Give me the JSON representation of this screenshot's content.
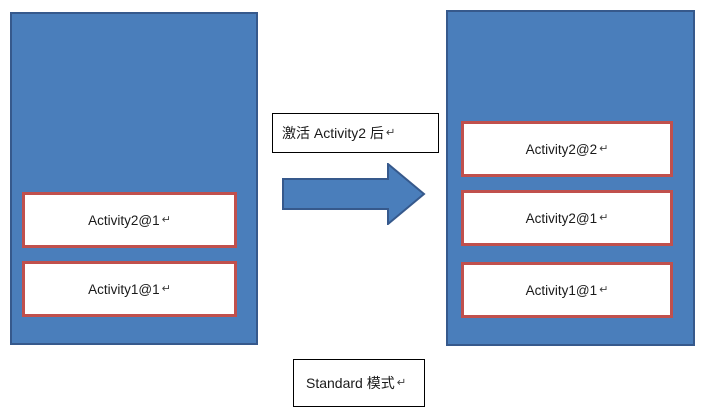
{
  "colors": {
    "stack_fill": "#4a7ebb",
    "stack_border": "#36598c",
    "activity_border": "#c0504d",
    "activity_fill": "#ffffff",
    "label_border": "#000000",
    "text": "#1a1a1a"
  },
  "diagram": {
    "transition_label": "激活 Activity2 后",
    "caption": "Standard 模式",
    "return_mark": "↵",
    "before_stack": {
      "activities": [
        {
          "label": "Activity2@1"
        },
        {
          "label": "Activity1@1"
        }
      ]
    },
    "after_stack": {
      "activities": [
        {
          "label": "Activity2@2"
        },
        {
          "label": "Activity2@1"
        },
        {
          "label": "Activity1@1"
        }
      ]
    }
  }
}
